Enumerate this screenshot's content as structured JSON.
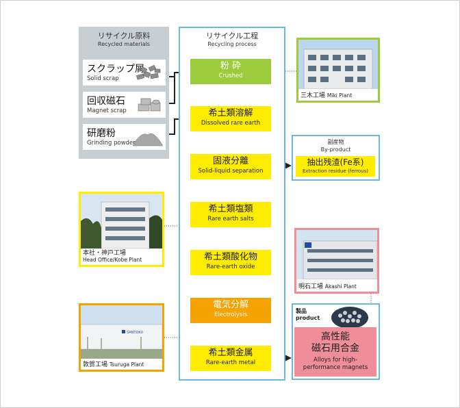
{
  "materials": {
    "title_jp": "リサイクル原料",
    "title_en": "Recycled materials",
    "items": [
      {
        "jp": "スクラップ屑",
        "en": "Solid scrap"
      },
      {
        "jp": "回収磁石",
        "en": "Magnet scrap"
      },
      {
        "jp": "研磨粉",
        "en": "Grinding powder"
      }
    ]
  },
  "process": {
    "title_jp": "リサイクル工程",
    "title_en": "Recycling process",
    "steps": [
      {
        "jp": "粉 砕",
        "en": "Crushed",
        "color": "#9ccb3b"
      },
      {
        "jp": "希土類溶解",
        "en": "Dissolved rare earth",
        "color": "#ffec00"
      },
      {
        "jp": "固液分離",
        "en": "Solid-liquid separation",
        "color": "#ffec00"
      },
      {
        "jp": "希土類塩類",
        "en": "Rare earth salts",
        "color": "#ffec00"
      },
      {
        "jp": "希土類酸化物",
        "en": "Rare-earth oxide",
        "color": "#ffec00"
      },
      {
        "jp": "電気分解",
        "en": "Electrolysis",
        "color": "#f4a300"
      },
      {
        "jp": "希土類金属",
        "en": "Rare-earth metal",
        "color": "#ffec00"
      }
    ]
  },
  "byproduct": {
    "title_jp": "副産物",
    "title_en": "By-product",
    "jp": "抽出残渣(Fe系)",
    "en": "Extraction residue (ferrous)"
  },
  "product": {
    "title_jp": "製品",
    "title_en": "product",
    "jp_line1": "高性能",
    "jp_line2": "磁石用合金",
    "en_line1": "Alloys for high-",
    "en_line2": "performance magnets"
  },
  "plants": {
    "miki": {
      "jp": "三木工場",
      "en": "Miki Plant",
      "color": "#9ccb3b"
    },
    "kobe": {
      "jp": "本社・神戸工場",
      "en": "Head Office/Kobe Plant",
      "color": "#ffec00"
    },
    "akashi": {
      "jp": "明石工場",
      "en": "Akashi Plant",
      "color": "#ef8e98"
    },
    "tsuruga": {
      "jp": "敦賀工場",
      "en": "Tsuruga Plant",
      "color": "#f4a300"
    }
  },
  "tsuruga_sign": "SANTOKU"
}
